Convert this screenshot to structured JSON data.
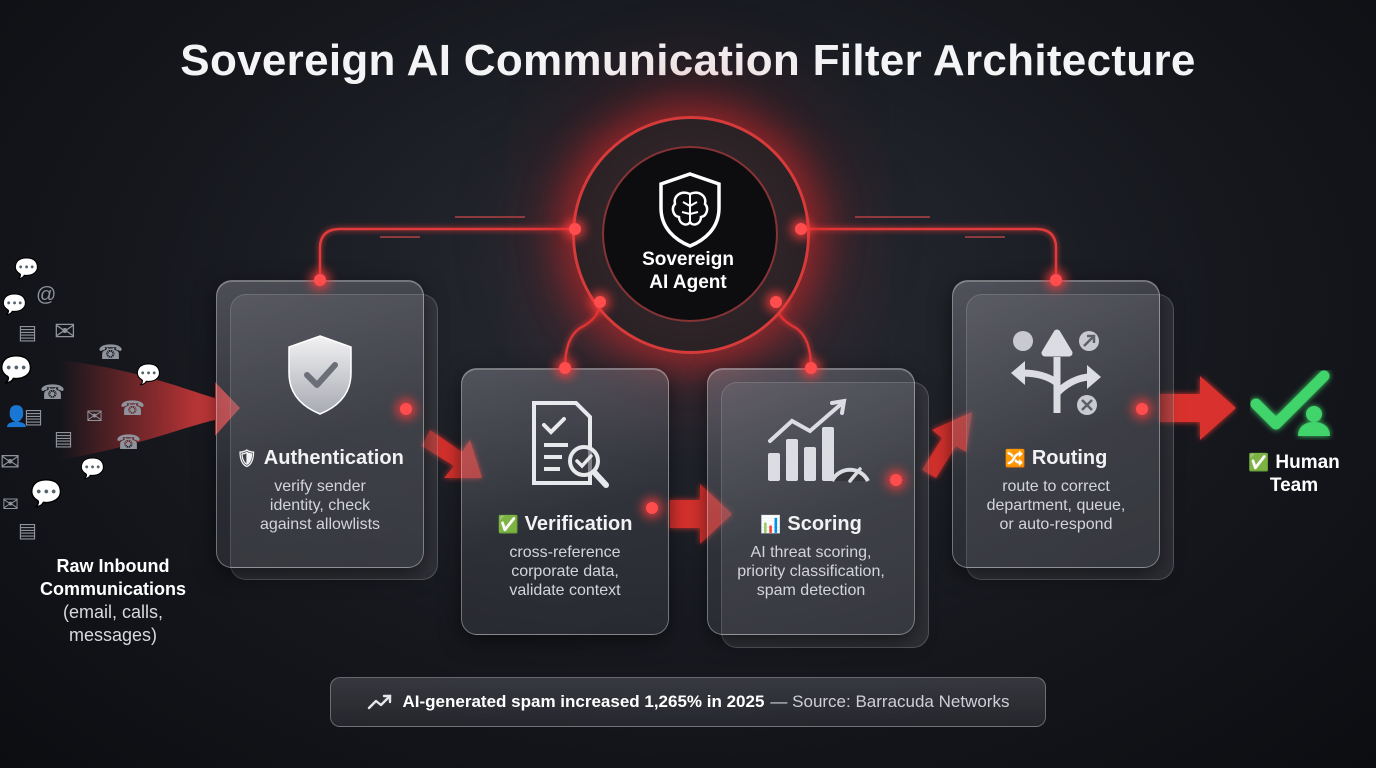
{
  "title": "Sovereign AI Communication Filter Architecture",
  "agent": {
    "line1": "Sovereign",
    "line2": "AI Agent",
    "icon": "shield-brain-icon"
  },
  "input": {
    "title_line1": "Raw Inbound",
    "title_line2": "Communications",
    "detail_line1": "(email, calls,",
    "detail_line2": "messages)"
  },
  "stages": [
    {
      "id": "authentication",
      "glyph": "🛡",
      "title": "Authentication",
      "desc": [
        "verify sender",
        "identity, check",
        "against allowlists"
      ],
      "icon": "shield-check-icon"
    },
    {
      "id": "verification",
      "glyph": "✅",
      "title": "Verification",
      "desc": [
        "cross-reference",
        "corporate data,",
        "validate context"
      ],
      "icon": "document-search-icon"
    },
    {
      "id": "scoring",
      "glyph": "📊",
      "title": "Scoring",
      "desc": [
        "AI threat scoring,",
        "priority classification,",
        "spam detection"
      ],
      "icon": "chart-gauge-icon"
    },
    {
      "id": "routing",
      "glyph": "🔀",
      "title": "Routing",
      "desc": [
        "route to correct",
        "department, queue,",
        "or auto-respond"
      ],
      "icon": "route-arrows-icon"
    }
  ],
  "output": {
    "glyph": "✅",
    "line1": "Human",
    "line2": "Team",
    "icon": "check-person-icon"
  },
  "footer": {
    "icon": "trend-up-icon",
    "stat": "AI-generated spam increased 1,265% in 2025",
    "source": "— Source: Barracuda Networks"
  },
  "colors": {
    "accent": "#e83a3a",
    "glow": "#ff4d4d",
    "success": "#3fd46a",
    "card_text": "#d4d5da"
  }
}
